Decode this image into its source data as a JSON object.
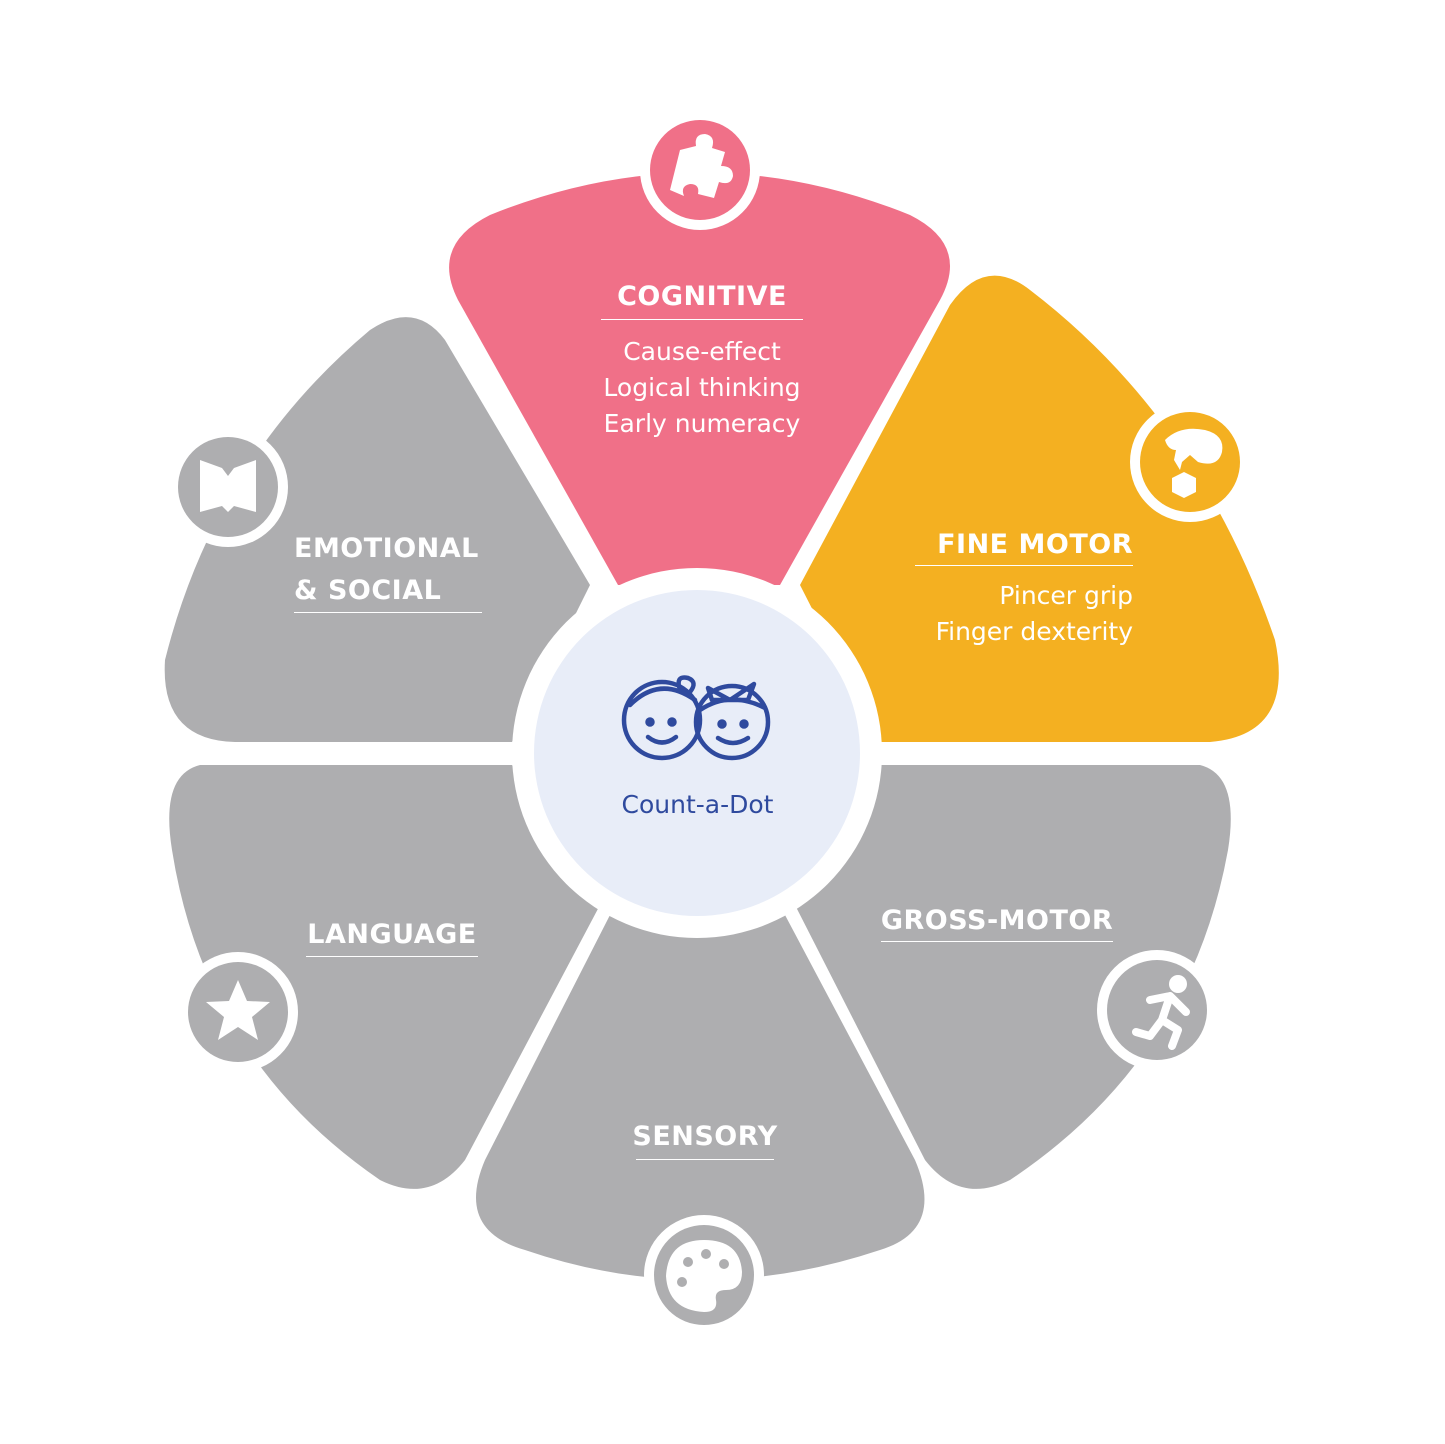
{
  "center": {
    "label": "Count-a-Dot",
    "fill": "#e8edf8",
    "ink": "#2f4a9e"
  },
  "colors": {
    "cognitive": "#f07088",
    "fine_motor": "#f4b021",
    "inactive": "#aeaeb0",
    "gap": "#ffffff"
  },
  "segments": {
    "cognitive": {
      "title": "COGNITIVE",
      "lines": [
        "Cause-effect",
        "Logical thinking",
        "Early numeracy"
      ],
      "icon": "puzzle-icon"
    },
    "fine_motor": {
      "title": "FINE MOTOR",
      "lines": [
        "Pincer grip",
        "Finger dexterity"
      ],
      "icon": "pincer-hand-icon"
    },
    "gross_motor": {
      "title": "GROSS-MOTOR",
      "icon": "running-person-icon"
    },
    "sensory": {
      "title": "SENSORY",
      "icon": "palette-icon"
    },
    "language": {
      "title": "LANGUAGE",
      "icon": "star-icon"
    },
    "emotional": {
      "title_line1": "EMOTIONAL",
      "title_line2": "& SOCIAL",
      "icon": "open-book-icon"
    }
  }
}
